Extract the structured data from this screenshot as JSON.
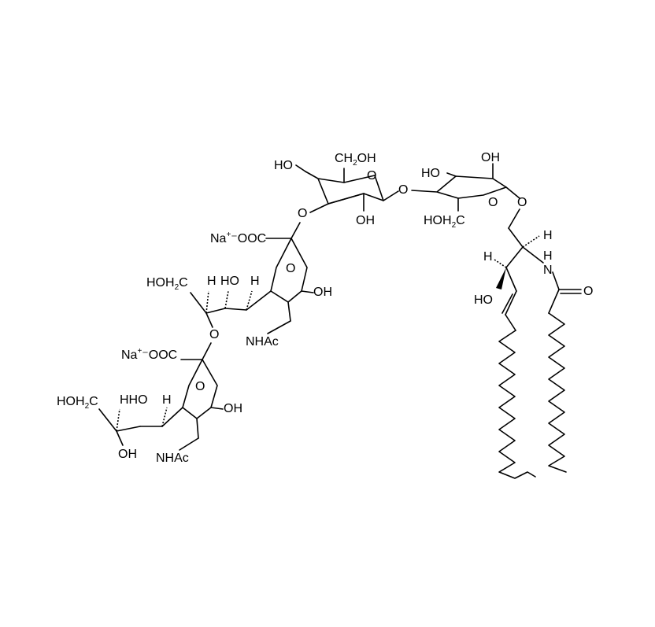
{
  "structure": {
    "labels": {
      "ho_top": "HO",
      "ch2oh_top_a": "CH",
      "ch2oh_top_sub": "2",
      "ch2oh_top_b": "OH",
      "o_ring1": "O",
      "o_link12": "O",
      "ho_r2": "HO",
      "oh_r2_top": "OH",
      "o_ring2": "O",
      "o_r2_link": "O",
      "oh_r1_bottom": "OH",
      "hoh2c_r2_a": "HOH",
      "hoh2c_r2_sub": "2",
      "hoh2c_r2_b": "C",
      "o_link_sia1": "O",
      "na1_a": "Na",
      "na1_charge": "+",
      "na1_b": "⁻OOC",
      "o_sia1_ring": "O",
      "hoh2c_sia1_a": "HOH",
      "hoh2c_sia1_sub": "2",
      "hoh2c_sia1_b": "C",
      "h_sia1_a": "H",
      "ho_sia1": "HO",
      "h_sia1_b": "H",
      "oh_sia1": "OH",
      "nhac_sia1": "NHAc",
      "o_link_sia2": "O",
      "na2_a": "Na",
      "na2_charge": "+",
      "na2_b": "⁻OOC",
      "o_sia2_ring": "O",
      "hoh2c_sia2_a": "HOH",
      "hoh2c_sia2_sub": "2",
      "hoh2c_sia2_b": "C",
      "hho_sia2": "HHO",
      "h_sia2": "H",
      "oh_sia2": "OH",
      "oh_sia2_bottom": "OH",
      "nhac_sia2": "NHAc",
      "h_cer_top": "H",
      "nh_cer_a": "H",
      "nh_cer_b": "N",
      "h_cer_left": "H",
      "ho_cer": "HO",
      "o_amide": "O"
    }
  }
}
